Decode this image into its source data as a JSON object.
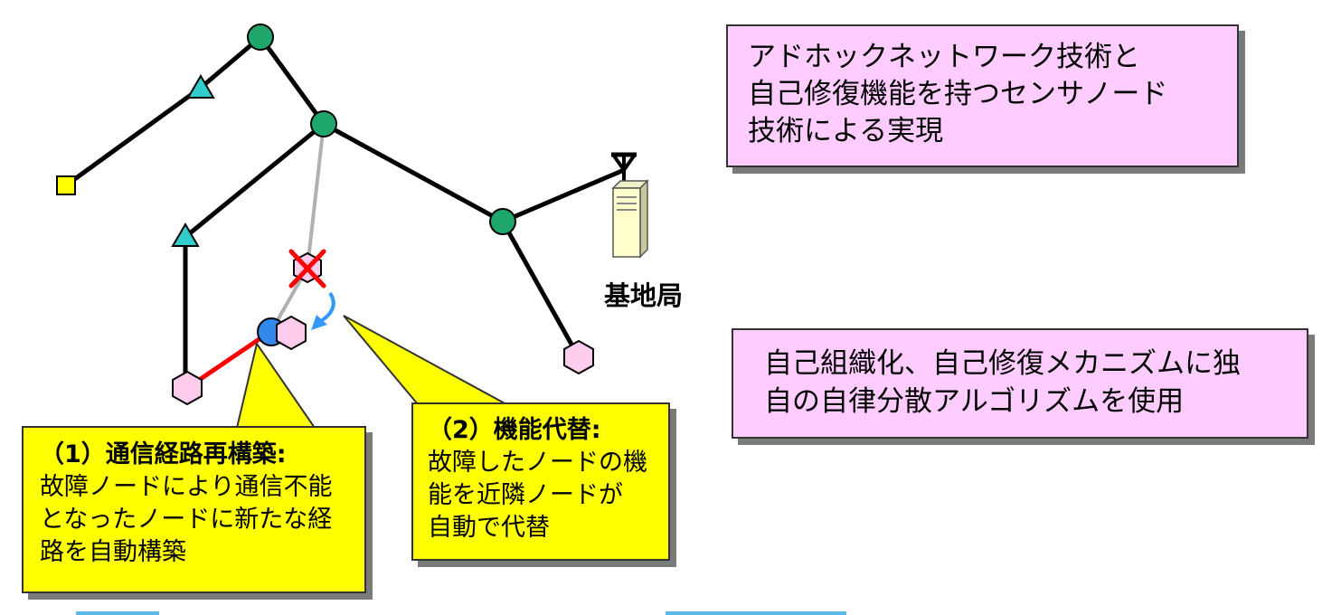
{
  "colors": {
    "link": "#000000",
    "inactive_link": "#b0b0b0",
    "new_route": "#ff0000",
    "relay_node": "#1fa66a",
    "sensor_triangle": "#33cccc",
    "sensor_square": "#ffff00",
    "sensor_hexagon": "#ffccee",
    "failed_mark": "#ff0000",
    "substitute_node": "#3388ee",
    "arrow": "#3399ff",
    "pink_box": "#ffccff",
    "yellow_box": "#ffff00"
  },
  "icons": {
    "antenna": "antenna-icon",
    "server": "server-icon",
    "failure": "x-mark-icon",
    "arrow": "curved-arrow-icon"
  },
  "base_station": {
    "label": "基地局"
  },
  "tech_box": {
    "lines": [
      "アドホックネットワーク技術と",
      "自己修復機能を持つセンサノード",
      "技術による実現"
    ]
  },
  "algo_box": {
    "lines": [
      "自己組織化、自己修復メカニズムに独",
      "自の自律分散アルゴリズムを使用"
    ]
  },
  "callout1": {
    "title": "（1）通信経路再構築:",
    "lines": [
      "故障ノードにより通信不能",
      "となったノードに新たな経",
      "路を自動構築"
    ]
  },
  "callout2": {
    "title": "（2）機能代替:",
    "lines": [
      "故障したノードの機",
      "能を近隣ノードが",
      "自動で代替"
    ]
  }
}
